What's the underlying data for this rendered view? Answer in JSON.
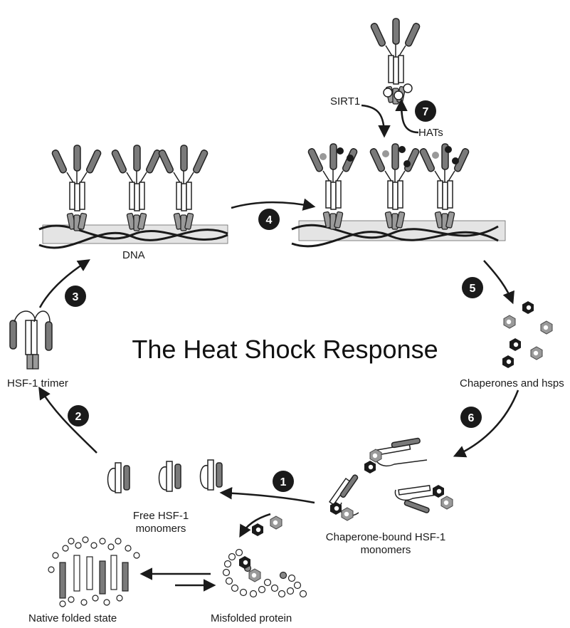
{
  "title": "The Heat Shock Response",
  "labels": {
    "dna": "DNA",
    "sirt1": "SIRT1",
    "hats": "HATs",
    "hsf_trimer": "HSF-1 trimer",
    "chaperones": "Chaperones and hsps",
    "free_monomers_1": "Free HSF-1",
    "free_monomers_2": "monomers",
    "bound_monomers_1": "Chaperone-bound HSF-1",
    "bound_monomers_2": "monomers",
    "native": "Native folded state",
    "misfolded": "Misfolded protein"
  },
  "steps": [
    "1",
    "2",
    "3",
    "4",
    "5",
    "6",
    "7"
  ],
  "colors": {
    "dark": "#1a1a1a",
    "mid": "#7a7a7a",
    "light": "#c8c8c8",
    "white": "#ffffff"
  }
}
